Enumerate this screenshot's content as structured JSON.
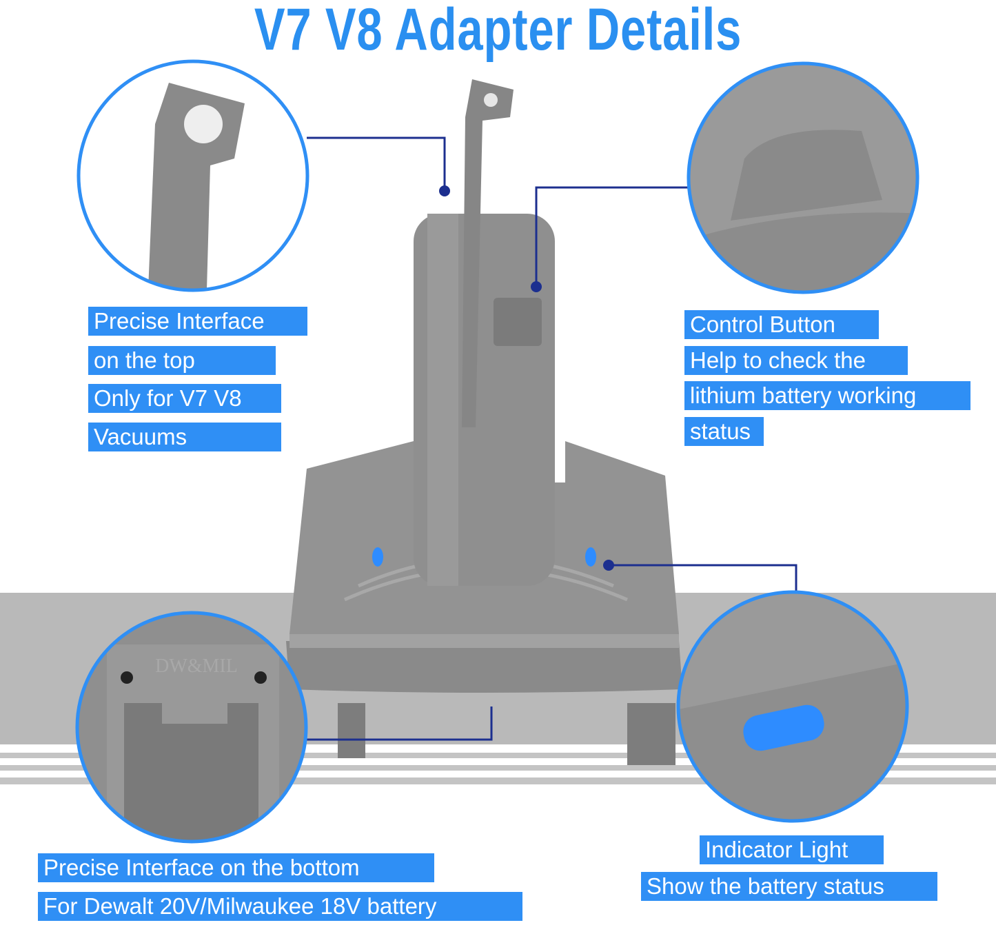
{
  "title": "V7 V8 Adapter Details",
  "callouts": {
    "top_left": [
      "Precise Interface",
      "on the top",
      "Only for V7 V8",
      "Vacuums"
    ],
    "top_right": [
      "Control Button",
      "Help to check the",
      "lithium battery working",
      "status"
    ],
    "bottom_left": [
      "Precise Interface on the bottom",
      "For Dewalt 20V/Milwaukee 18V battery"
    ],
    "bottom_right": [
      "Indicator Light",
      "Show the battery status"
    ]
  },
  "embossed_text": "DW&MIL",
  "colors": {
    "accent": "#2f8ff5",
    "title": "#2a8ff0",
    "connector": "#1c2f8f",
    "product": "#8e8e8e",
    "indicator": "#2e8cff"
  }
}
